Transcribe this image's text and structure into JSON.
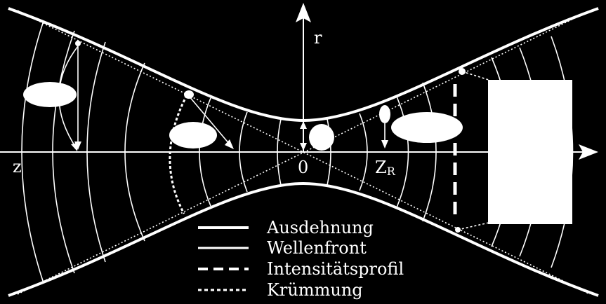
{
  "colors": {
    "background": "#000000",
    "foreground": "#ffffff"
  },
  "axes": {
    "r_label": "r",
    "z_label": "z",
    "origin_label": "0",
    "zr_label_main": "Z",
    "zr_label_sub": "R"
  },
  "legend": [
    {
      "label": "Ausdehnung",
      "line_style": "solid"
    },
    {
      "label": "Wellenfront",
      "line_style": "solid"
    },
    {
      "label": "Intensitätsprofil",
      "line_style": "dashed"
    },
    {
      "label": "Krümmung",
      "line_style": "dotted"
    }
  ]
}
